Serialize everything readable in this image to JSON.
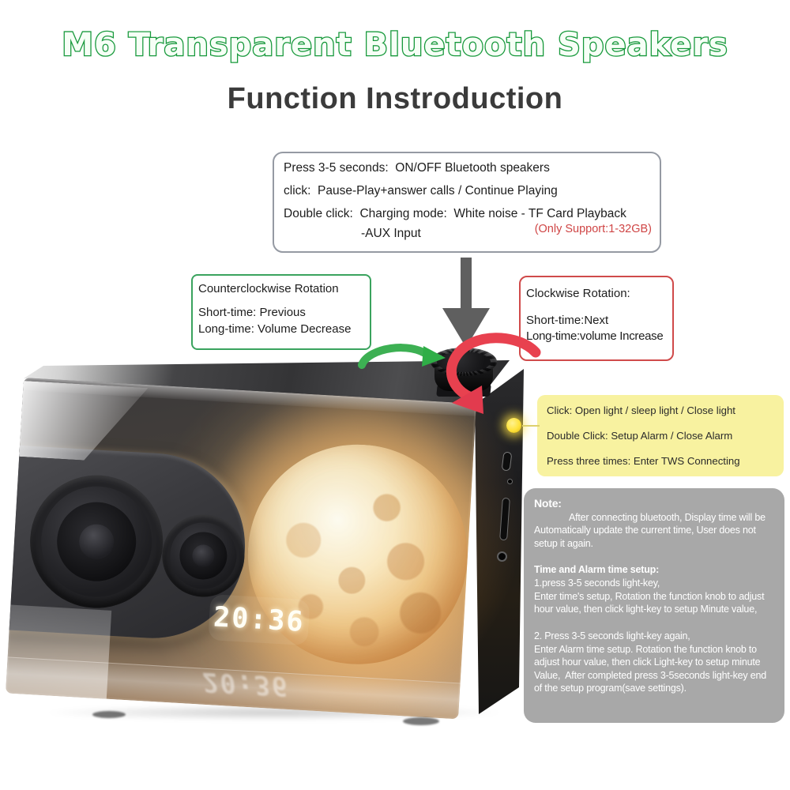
{
  "page": {
    "title": "M6 Transparent Bluetooth Speakers",
    "subtitle": "Function Instroduction"
  },
  "knob_callout": {
    "line1": "Press 3-5 seconds:  ON/OFF Bluetooth speakers",
    "line2": "click:  Pause-Play+answer calls / Continue Playing",
    "line3": "Double click:  Charging mode:  White noise - TF Card Playback",
    "line3_note": "(Only Support:1-32GB)",
    "line4": "-AUX Input"
  },
  "counterclockwise_callout": {
    "title": "Counterclockwise Rotation",
    "line1": "Short-time: Previous",
    "line2": "Long-time: Volume Decrease"
  },
  "clockwise_callout": {
    "title": "Clockwise Rotation:",
    "line1": "Short-time:Next",
    "line2": "Long-time:volume Increase"
  },
  "light_key_callout": {
    "line1": "Click: Open light / sleep light / Close light",
    "line2": "Double Click: Setup Alarm / Close Alarm",
    "line3": "Press three times: Enter TWS Connecting"
  },
  "note_box": {
    "heading": "Note:",
    "para1": "After connecting bluetooth, Display time will be Automatically update the current time, User does not setup it again.",
    "subheading": "Time and Alarm time setup:",
    "step1_line1": "1.press 3-5 seconds light-key,",
    "step1_line2": "Enter time's setup, Rotation the function knob to adjust hour value, then click light-key to setup Minute value,",
    "step2_line1": "2. Press 3-5 seconds light-key again,",
    "step2_line2": "Enter Alarm time setup. Rotation the function knob to adjust hour value, then click Light-key to setup minute Value,  After completed press 3-5seconds light-key end of the setup program(save settings)."
  },
  "device": {
    "clock_time": "20:36",
    "clock_reflection_time": "20:36"
  },
  "icons": {
    "down_arrow": "down-arrow",
    "ccw_arrow": "counterclockwise-rotation-arrow",
    "cw_arrow": "clockwise-rotation-arrow",
    "light_key": "light-key-indicator"
  },
  "colors": {
    "title_green": "#18993c",
    "heading_dark": "#3b3b3b",
    "warning_red": "#cf4545",
    "green_border": "#3aa35e",
    "red_border": "#d04a4a",
    "yellow_bg": "#f8f2a0",
    "note_bg": "#a8a8a8",
    "moon_glow": "#ffbe6e"
  }
}
